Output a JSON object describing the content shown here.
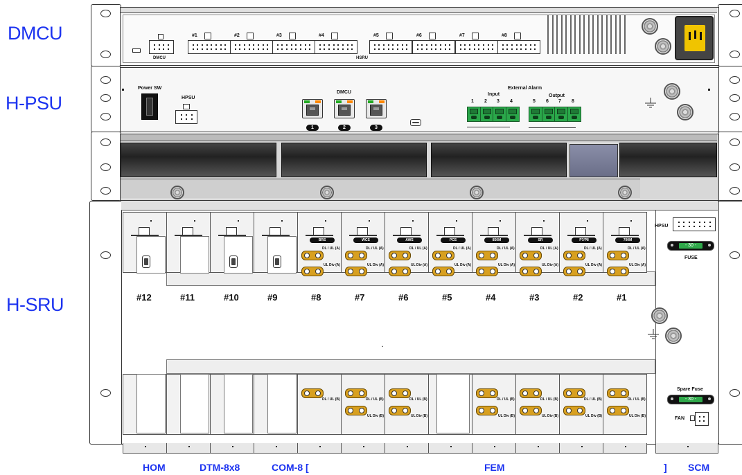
{
  "sections": {
    "dmcu": "DMCU",
    "hpsu": "H-PSU",
    "hsru": "H-SRU"
  },
  "dmcu_panel": {
    "dmcu_connector_label": "DMCU",
    "hsru_connector_label": "HSRU",
    "hsru_ports": [
      "#1",
      "#2",
      "#3",
      "#4",
      "#5",
      "#6",
      "#7",
      "#8"
    ]
  },
  "hpsu_panel": {
    "power_sw_label": "Power SW",
    "hpsu_label": "HPSU",
    "dmcu_label": "DMCU",
    "dmcu_port_numbers": [
      "1",
      "2",
      "3"
    ],
    "external_alarm_label": "External Alarm",
    "input_label": "Input",
    "output_label": "Output",
    "input_numbers": [
      "1",
      "2",
      "3",
      "4"
    ],
    "output_numbers": [
      "5",
      "6",
      "7",
      "8"
    ]
  },
  "hsru_panel": {
    "slot_numbers": [
      "#12",
      "#11",
      "#10",
      "#9",
      "#8",
      "#7",
      "#6",
      "#5",
      "#4",
      "#3",
      "#2",
      "#1"
    ],
    "fem_bands": [
      "BRS",
      "WCS",
      "AWS",
      "PCS",
      "850M",
      "SR",
      "P7/P8",
      "700M"
    ],
    "dl_ul_a": "DL / UL (A)",
    "ul_div_a": "UL Div (A)",
    "dl_ul_b": "DL / UL (B)",
    "ul_div_b": "UL Div (B)",
    "scm_hpsu_label": "HPSU",
    "fuse_value": "- 30 -",
    "fuse_label": "FUSE",
    "spare_fuse_label": "Spare Fuse",
    "spare_fuse_value": "- 30 -",
    "fan_label": "FAN",
    "dot": "."
  },
  "bottom_labels": {
    "hom": "HOM",
    "dtm": "DTM-8x8",
    "com": "COM-8 [",
    "fem": "FEM",
    "bracket_close": "]",
    "scm": "SCM"
  }
}
